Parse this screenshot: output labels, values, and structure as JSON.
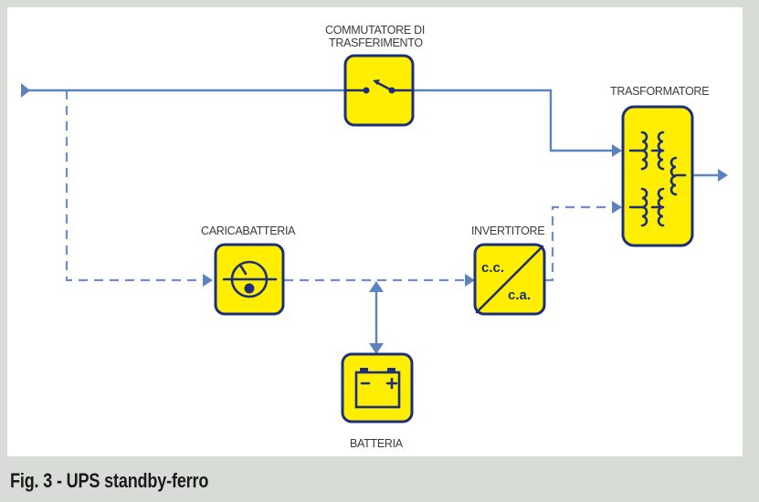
{
  "figure": {
    "caption": "Fig. 3 - UPS standby-ferro"
  },
  "blocks": {
    "switch": {
      "label_line1": "COMMUTATORE DI",
      "label_line2": "TRASFERIMENTO"
    },
    "transformer": {
      "label": "TRASFORMATORE"
    },
    "charger": {
      "label": "CARICABATTERIA"
    },
    "inverter": {
      "label": "INVERTITORE",
      "input_text": "c.c.",
      "output_text": "c.a."
    },
    "battery": {
      "label": "BATTERIA",
      "minus": "−",
      "plus": "+"
    }
  },
  "colors": {
    "block_fill": "#ffee00",
    "block_border": "#1c2f7a",
    "wire": "#5b83bf",
    "background": "#d7ddd6"
  }
}
